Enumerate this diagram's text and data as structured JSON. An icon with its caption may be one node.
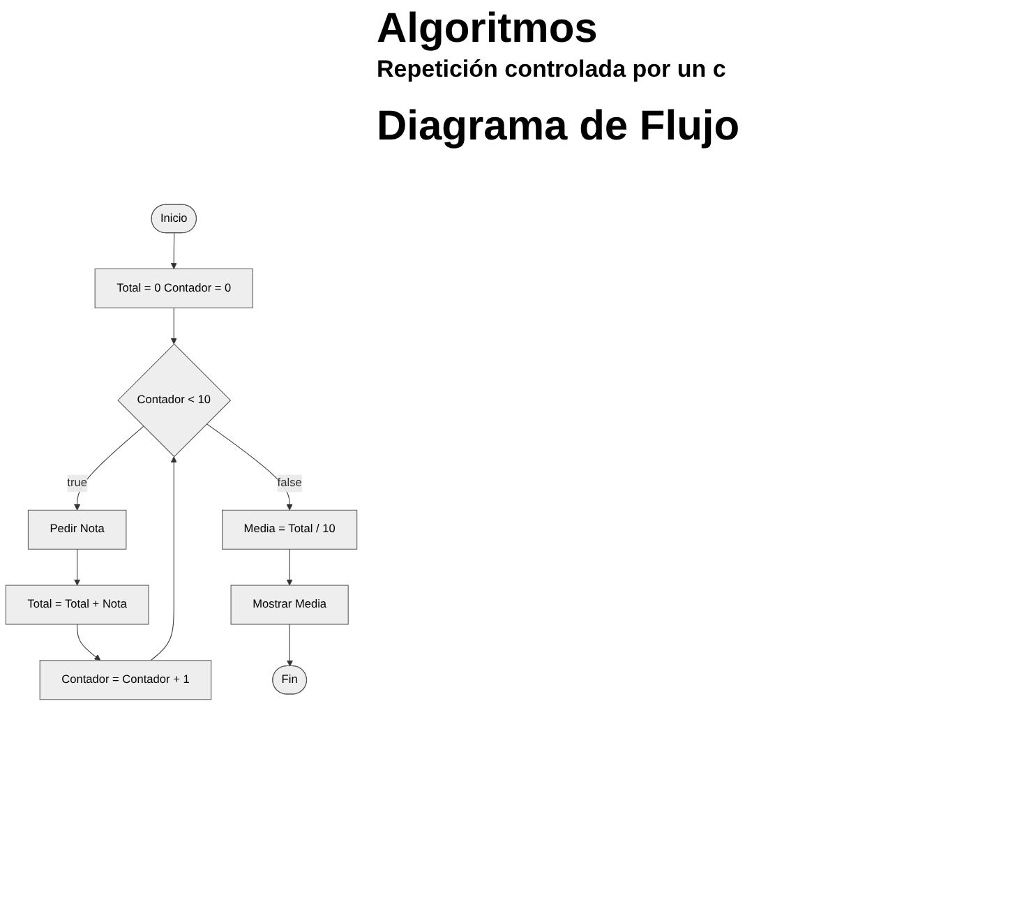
{
  "diagram": {
    "title": "Algoritmos",
    "nodes": [
      {
        "text": [
          "Inicio"
        ]
      },
      {
        "text": [
          "Total = 0 Contador = 0"
        ]
      },
      {
        "text": [
          "Contador < 10"
        ]
      },
      {
        "text": [
          "Pedir Nota"
        ]
      },
      {
        "text": [
          "Total = Total + Nota"
        ]
      },
      {
        "text": [
          "Contador = Contador + 1"
        ]
      },
      {
        "text": [
          "Media = Total / 10"
        ]
      },
      {
        "text": [
          "Mostrar Media"
        ]
      },
      {
        "text": [
          "Fin"
        ]
      }
    ],
    "edges": [
      {
        "from": 0,
        "to": 1,
        "arrow": "to"
      },
      {
        "from": 1,
        "to": 2,
        "arrow": "to"
      },
      {
        "from": 2,
        "to": 3,
        "arrow": "to",
        "label": "true"
      },
      {
        "from": 3,
        "to": 4,
        "arrow": "to"
      },
      {
        "from": 4,
        "to": 5,
        "arrow": "to"
      },
      {
        "from": 5,
        "to": 2,
        "arrow": "to"
      },
      {
        "from": 2,
        "to": 6,
        "arrow": "to",
        "label": "false"
      },
      {
        "from": 6,
        "to": 7,
        "arrow": "to"
      },
      {
        "from": 7,
        "to": 8,
        "arrow": "to"
      }
    ],
    "labels": [
      "Repetición controlada por un c",
      "Diagrama de Flujo"
    ]
  }
}
